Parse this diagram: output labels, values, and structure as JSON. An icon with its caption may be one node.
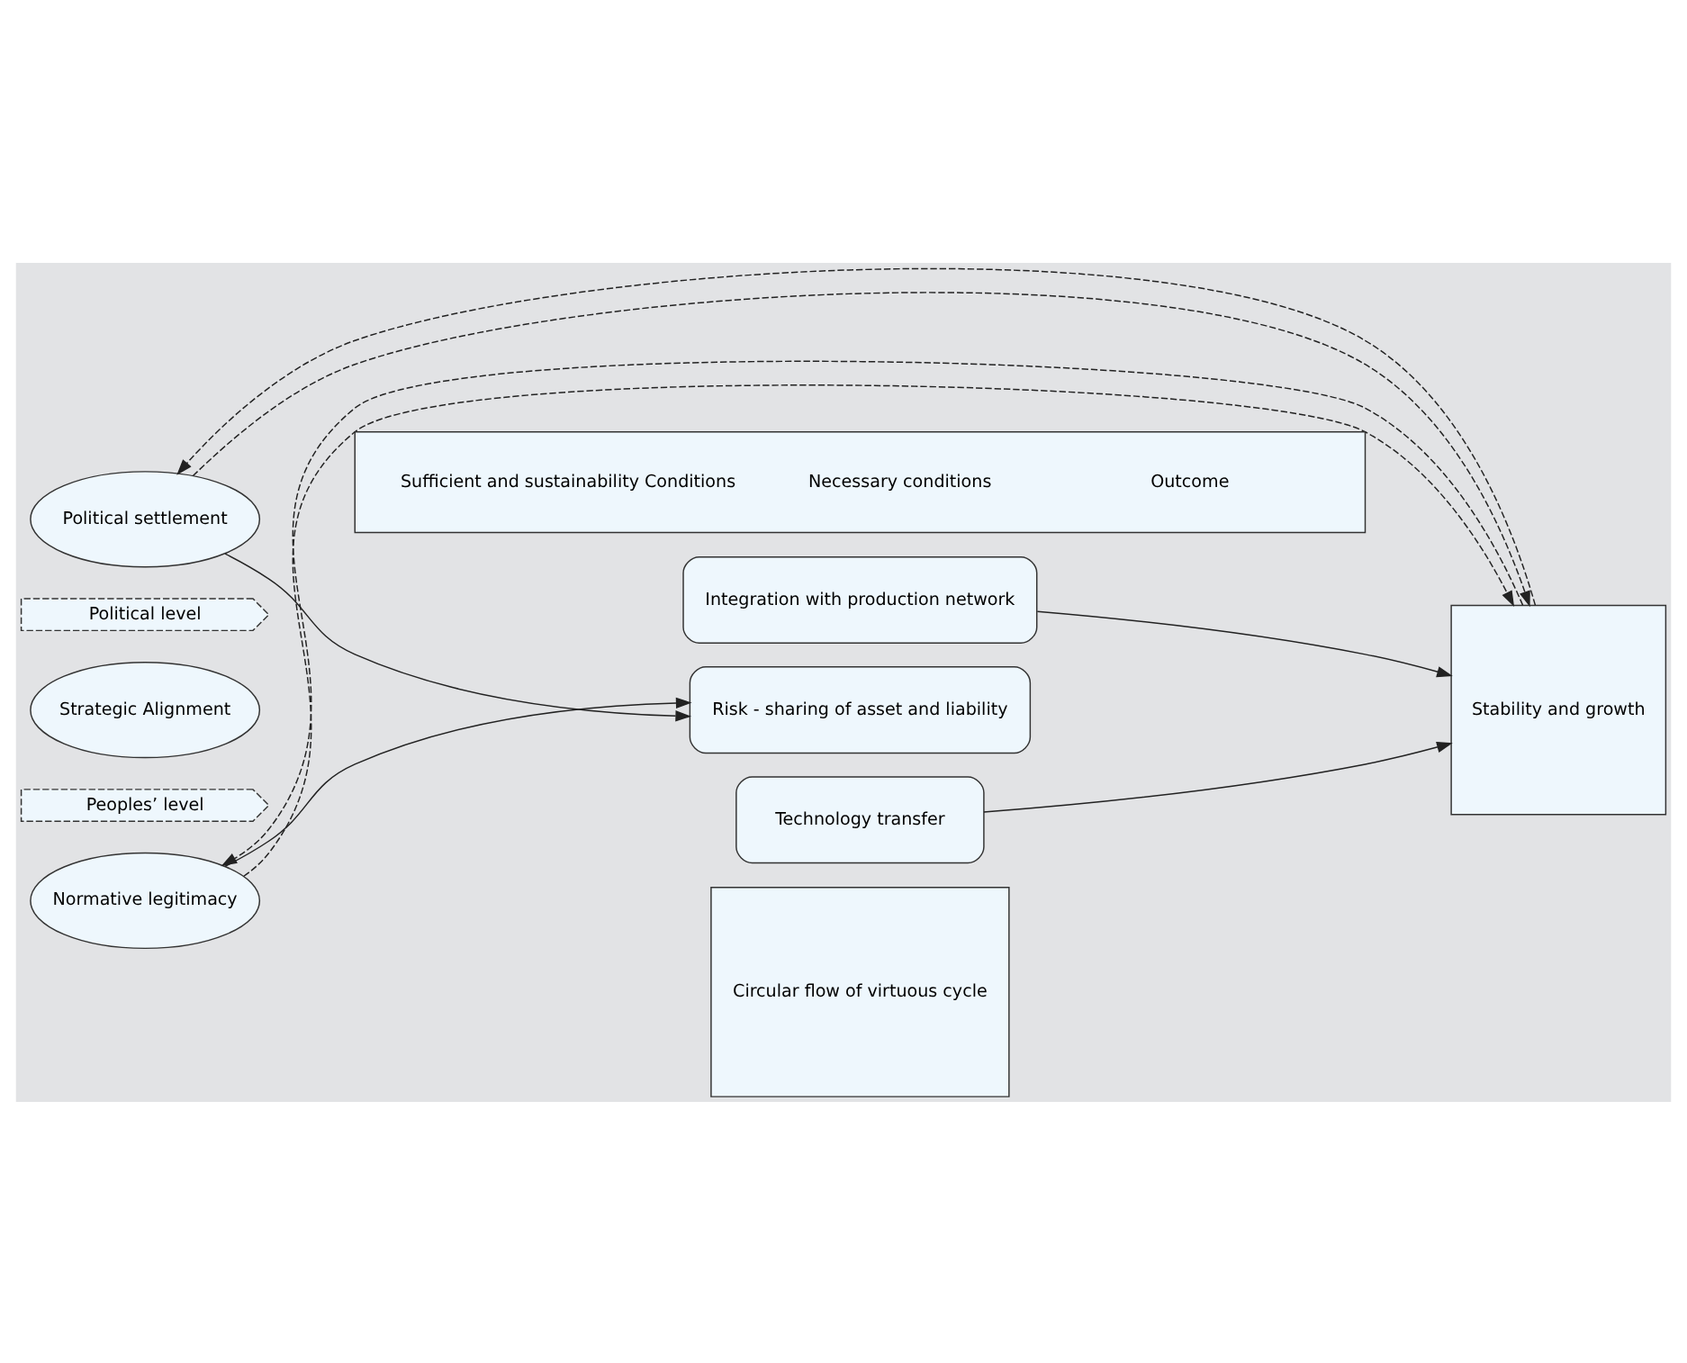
{
  "diagram": {
    "nodes": [
      {
        "text": [
          "Sufficient and sustainability Conditions",
          "Necessary conditions",
          "Outcome"
        ]
      },
      {
        "text": [
          "Political settlement"
        ]
      },
      {
        "text": [
          "Political level"
        ]
      },
      {
        "text": [
          "Strategic Alignment"
        ]
      },
      {
        "text": [
          "Peoples’ level"
        ]
      },
      {
        "text": [
          "Normative legitimacy"
        ]
      },
      {
        "text": [
          "Integration with production network"
        ]
      },
      {
        "text": [
          "Risk - sharing of asset and liability"
        ]
      },
      {
        "text": [
          "Technology transfer"
        ]
      },
      {
        "text": [
          "Stability and growth"
        ]
      },
      {
        "text": [
          "Circular flow of virtuous cycle"
        ]
      }
    ],
    "edges": [
      {
        "from": 1,
        "to": 7,
        "arrow": "to"
      },
      {
        "from": 5,
        "to": 7,
        "arrow": "to"
      },
      {
        "from": 6,
        "to": 9,
        "arrow": "to"
      },
      {
        "from": 8,
        "to": 9,
        "arrow": "to"
      },
      {
        "from": 9,
        "to": 1,
        "arrow": "to",
        "style": "dashed"
      },
      {
        "from": 1,
        "to": 9,
        "arrow": "to",
        "style": "dashed"
      },
      {
        "from": 9,
        "to": 5,
        "arrow": "to",
        "style": "dashed"
      },
      {
        "from": 5,
        "to": 9,
        "arrow": "to",
        "style": "dashed"
      }
    ]
  }
}
